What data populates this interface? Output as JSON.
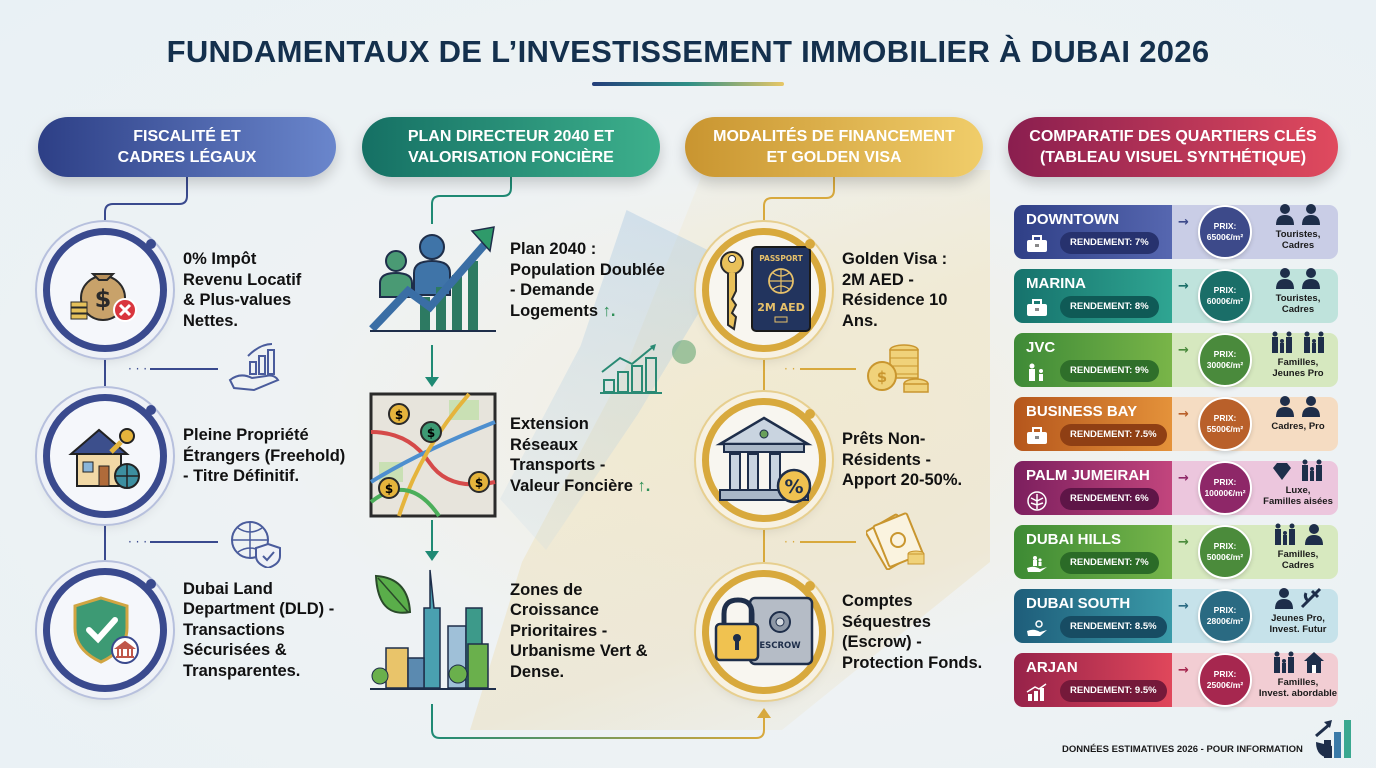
{
  "title": "FUNDAMENTAUX DE L’INVESTISSEMENT IMMOBILIER À DUBAI 2026",
  "colors": {
    "title": "#14304d",
    "fiscal": "#3a4a8e",
    "plan": "#1f8a74",
    "finance": "#d8a93d",
    "compare": "#b8284f"
  },
  "columns": [
    {
      "header_line1": "FISCALITÉ ET",
      "header_line2": "CADRES LÉGAUX",
      "items": [
        {
          "icon": "money-bag-no-tax-icon",
          "lines": [
            "0% Impôt",
            "Revenu Locatif",
            "& Plus-values",
            "Nettes."
          ]
        },
        {
          "icon": "house-key-globe-icon",
          "lines": [
            "Pleine Propriété",
            "Étrangers (Freehold)",
            "- Titre Définitif."
          ]
        },
        {
          "icon": "shield-check-bank-icon",
          "lines": [
            "Dubai Land",
            "Department (DLD) -",
            "Transactions",
            "Sécurisées &",
            "Transparentes."
          ]
        }
      ],
      "decor": [
        "hand-growth-chart-icon",
        "globe-shield-icon"
      ]
    },
    {
      "header_line1": "PLAN DIRECTEUR 2040 ET",
      "header_line2": "VALORISATION FONCIÈRE",
      "items": [
        {
          "icon": "population-growth-chart-icon",
          "lines": [
            "Plan 2040 :",
            "Population Doublée",
            "- Demande",
            "Logements"
          ],
          "arrow": "↑."
        },
        {
          "icon": "transport-map-icon",
          "lines": [
            "Extension",
            "Réseaux",
            "Transports -",
            "Valeur Foncière"
          ],
          "arrow": "↑."
        },
        {
          "icon": "green-city-skyline-icon",
          "lines": [
            "Zones de",
            "Croissance",
            "Prioritaires -",
            "Urbanisme Vert &",
            "Dense."
          ]
        }
      ],
      "decor": [
        "bar-growth-chart-icon"
      ]
    },
    {
      "header_line1": "MODALITÉS DE FINANCEMENT",
      "header_line2": "ET GOLDEN VISA",
      "items": [
        {
          "icon": "passport-key-icon",
          "passport_label": "PASSPORT",
          "passport_amount": "2M AED",
          "lines": [
            "Golden Visa :",
            "2M AED -",
            "Résidence 10",
            "Ans."
          ]
        },
        {
          "icon": "bank-percent-icon",
          "lines": [
            "Prêts Non-",
            "Résidents -",
            "Apport 20-50%."
          ]
        },
        {
          "icon": "escrow-safe-lock-icon",
          "safe_label": "ESCROW",
          "lines": [
            "Comptes",
            "Séquestres",
            "(Escrow) -",
            "Protection Fonds."
          ]
        }
      ],
      "decor": [
        "coins-stack-icon",
        "banknotes-icon"
      ]
    },
    {
      "header_line1": "COMPARATIF DES QUARTIERS CLÉS",
      "header_line2": "(TABLEAU VISUEL SYNTHÉTIQUE)"
    }
  ],
  "districts": [
    {
      "name": "DOWNTOWN",
      "yield": "RENDEMENT: 7%",
      "price_label": "PRIX:",
      "price": "6500€/m²",
      "audience1": "Touristes,",
      "audience2": "Cadres",
      "icon": "briefcase-icon",
      "head": "#2f3f86",
      "head2": "#5667b0",
      "pill": "#27326e",
      "bg": "#c9cde6",
      "circle": "#3d4a8a",
      "aud_icons": [
        "tourist-icon",
        "professional-icon"
      ]
    },
    {
      "name": "MARINA",
      "yield": "RENDEMENT: 8%",
      "price_label": "PRIX:",
      "price": "6000€/m²",
      "audience1": "Touristes,",
      "audience2": "Cadres",
      "icon": "briefcase-icon",
      "head": "#16726c",
      "head2": "#2fa592",
      "pill": "#0f5a56",
      "bg": "#bfe3dc",
      "circle": "#1a6e68",
      "aud_icons": [
        "woman-icon",
        "professional-icon"
      ]
    },
    {
      "name": "JVC",
      "yield": "RENDEMENT: 9%",
      "price_label": "PRIX:",
      "price": "3000€/m²",
      "audience1": "Familles,",
      "audience2": "Jeunes Pro",
      "icon": "family-icon",
      "head": "#3e8a37",
      "head2": "#79b548",
      "pill": "#2f6f2a",
      "bg": "#d6e8bf",
      "circle": "#4a8a3c",
      "aud_icons": [
        "family-icon",
        "couple-icon"
      ]
    },
    {
      "name": "BUSINESS BAY",
      "yield": "RENDEMENT: 7.5%",
      "price_label": "PRIX:",
      "price": "5500€/m²",
      "audience1": "Cadres, Pro",
      "audience2": "",
      "icon": "briefcase-icon",
      "head": "#b5561c",
      "head2": "#e4923a",
      "pill": "#8f3f14",
      "bg": "#f5dcc2",
      "circle": "#b9602a",
      "aud_icons": [
        "woman-icon",
        "professional-badge-icon"
      ]
    },
    {
      "name": "PALM JUMEIRAH",
      "yield": "RENDEMENT: 6%",
      "price_label": "PRIX:",
      "price": "10000€/m²",
      "audience1": "Luxe,",
      "audience2": "Familles aisées",
      "icon": "palm-icon",
      "head": "#7c1f5e",
      "head2": "#c2457d",
      "pill": "#5e1547",
      "bg": "#ecc6dd",
      "circle": "#8e2768",
      "aud_icons": [
        "diamond-icon",
        "family-icon"
      ]
    },
    {
      "name": "DUBAI HILLS",
      "yield": "RENDEMENT: 7%",
      "price_label": "PRIX:",
      "price": "5000€/m²",
      "audience1": "Familles,",
      "audience2": "Cadres",
      "icon": "hand-family-icon",
      "head": "#3d8a34",
      "head2": "#76b54a",
      "pill": "#2b6b27",
      "bg": "#d7e9bf",
      "circle": "#4b8b3b",
      "aud_icons": [
        "family-icon",
        "professional-icon"
      ]
    },
    {
      "name": "DUBAI SOUTH",
      "yield": "RENDEMENT: 8.5%",
      "price_label": "PRIX:",
      "price": "2800€/m²",
      "audience1": "Jeunes Pro,",
      "audience2": "Invest. Futur",
      "icon": "hand-seed-icon",
      "head": "#1e5d7a",
      "head2": "#3a9aa8",
      "pill": "#174c63",
      "bg": "#c6e2ea",
      "circle": "#2a6a82",
      "aud_icons": [
        "professional-icon",
        "plane-icon"
      ]
    },
    {
      "name": "ARJAN",
      "yield": "RENDEMENT: 9.5%",
      "price_label": "PRIX:",
      "price": "2500€/m²",
      "audience1": "Familles,",
      "audience2": "Invest. abordable",
      "icon": "growth-chart-icon",
      "head": "#962249",
      "head2": "#e0475b",
      "pill": "#75193a",
      "bg": "#f2cdd3",
      "circle": "#a6274f",
      "aud_icons": [
        "family-icon",
        "house-icon"
      ]
    }
  ],
  "footer": "DONNÉES ESTIMATIVES 2026 - POUR INFORMATION"
}
